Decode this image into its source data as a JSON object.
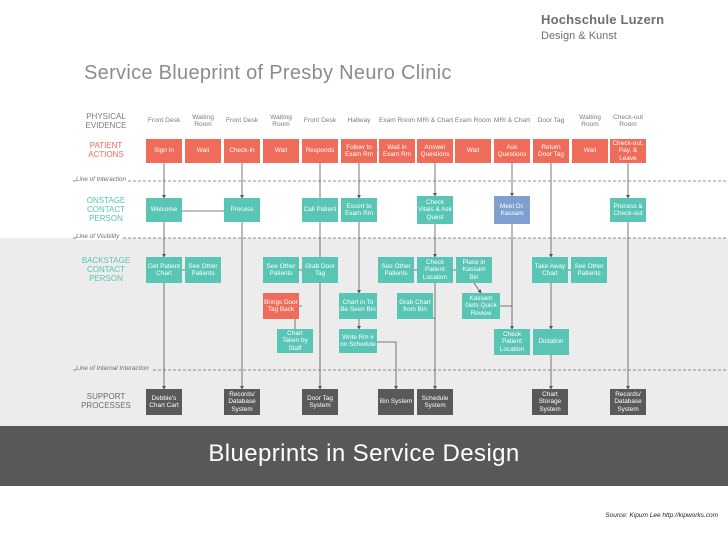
{
  "logo": {
    "title": "Hochschule Luzern",
    "subtitle": "Design & Kunst"
  },
  "slide_title": "Service Blueprint of Presby Neuro Clinic",
  "banner_text": "Blueprints in Service Design",
  "source_text": "Source: Kipum Lee http://kipworks.com",
  "colors": {
    "patient": "#ef6b5a",
    "contact": "#58c5b5",
    "support": "#58595b",
    "highlight": "#7da0cf",
    "alt_band": "#ececec",
    "lane_coral": "#ef6b5a",
    "lane_teal": "#58c5b5",
    "lane_gray": "#6d6e71",
    "connector": "#555555"
  },
  "lanes": [
    {
      "label": "PHYSICAL EVIDENCE"
    },
    {
      "label": "PATIENT ACTIONS"
    },
    {
      "label": "ONSTAGE CONTACT PERSON"
    },
    {
      "label": "BACKSTAGE CONTACT PERSON"
    },
    {
      "label": "SUPPORT PROCESSES"
    }
  ],
  "lines": [
    {
      "label": "Line of Interaction"
    },
    {
      "label": "Line of Visibility"
    },
    {
      "label": "Line of Internal Interaction"
    }
  ],
  "physical": [
    {
      "label": "Front Desk"
    },
    {
      "label": "Waiting Room"
    },
    {
      "label": "Front Desk"
    },
    {
      "label": "Waiting Room"
    },
    {
      "label": "Front Desk"
    },
    {
      "label": "Hallway"
    },
    {
      "label": "Exam Room"
    },
    {
      "label": "MRI & Chart"
    },
    {
      "label": "Exam Room"
    },
    {
      "label": "MRI & Chart"
    },
    {
      "label": "Door Tag"
    },
    {
      "label": "Waiting Room"
    },
    {
      "label": "Check-out Room"
    }
  ],
  "patient_actions": [
    {
      "label": "Sign In"
    },
    {
      "label": "Wait"
    },
    {
      "label": "Check-in"
    },
    {
      "label": "Wait"
    },
    {
      "label": "Responds"
    },
    {
      "label": "Follow to Exam Rm"
    },
    {
      "label": "Wait in Exam Rm"
    },
    {
      "label": "Answer Questions"
    },
    {
      "label": "Wait"
    },
    {
      "label": "Ask Questions"
    },
    {
      "label": "Return Door Tag"
    },
    {
      "label": "Wait"
    },
    {
      "label": "Check-out, Pay, & Leave"
    }
  ],
  "onstage": [
    {
      "label": "Welcome"
    },
    {
      "label": "Process"
    },
    {
      "label": "Call Patient"
    },
    {
      "label": "Escort to Exam Rm"
    },
    {
      "label": "Check Vitals & Ask Quest"
    },
    {
      "label": "Meet Dr. Kassam"
    },
    {
      "label": "Process & Check-out"
    }
  ],
  "backstage": [
    {
      "label": "Get Patient Chart"
    },
    {
      "label": "See Other Patients"
    },
    {
      "label": "See Other Patients"
    },
    {
      "label": "Grab Door Tag"
    },
    {
      "label": "See Other Patients"
    },
    {
      "label": "Check Patient Location"
    },
    {
      "label": "Place in Kassam Bin"
    },
    {
      "label": "Take Away Chart"
    },
    {
      "label": "See Other Patients"
    },
    {
      "label": "Brings Door Tag Back"
    },
    {
      "label": "Chart in To Be Seen Bin"
    },
    {
      "label": "Grab Chart from Bin"
    },
    {
      "label": "Kassam Gets Quick Review"
    },
    {
      "label": "Chart Taken by Staff"
    },
    {
      "label": "Write Rm # on Schedule"
    },
    {
      "label": "Check Patient Location"
    },
    {
      "label": "Dictation"
    }
  ],
  "support": [
    {
      "label": "Debbie's Chart Cart"
    },
    {
      "label": "Records/ Database System"
    },
    {
      "label": "Door Tag System"
    },
    {
      "label": "Bin System"
    },
    {
      "label": "Schedule System"
    },
    {
      "label": "Chart Storage System"
    },
    {
      "label": "Records/ Database System"
    }
  ]
}
